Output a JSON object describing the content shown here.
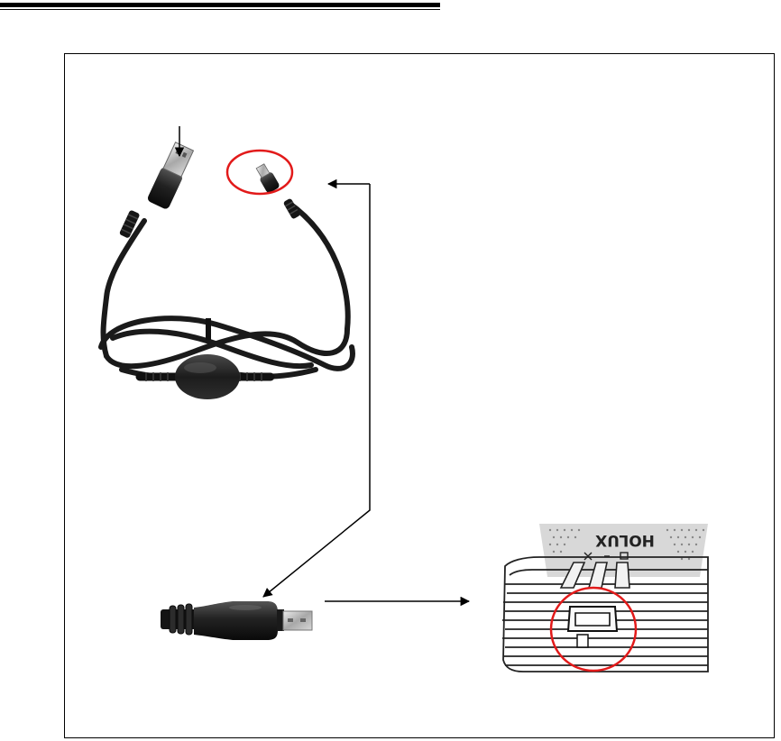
{
  "figure": {
    "items": [
      {
        "name": "usb-cable"
      },
      {
        "name": "mini-usb-plug"
      },
      {
        "name": "device"
      }
    ],
    "highlight_color": "#e21a1a",
    "device_logo_text": "HOLUX"
  }
}
